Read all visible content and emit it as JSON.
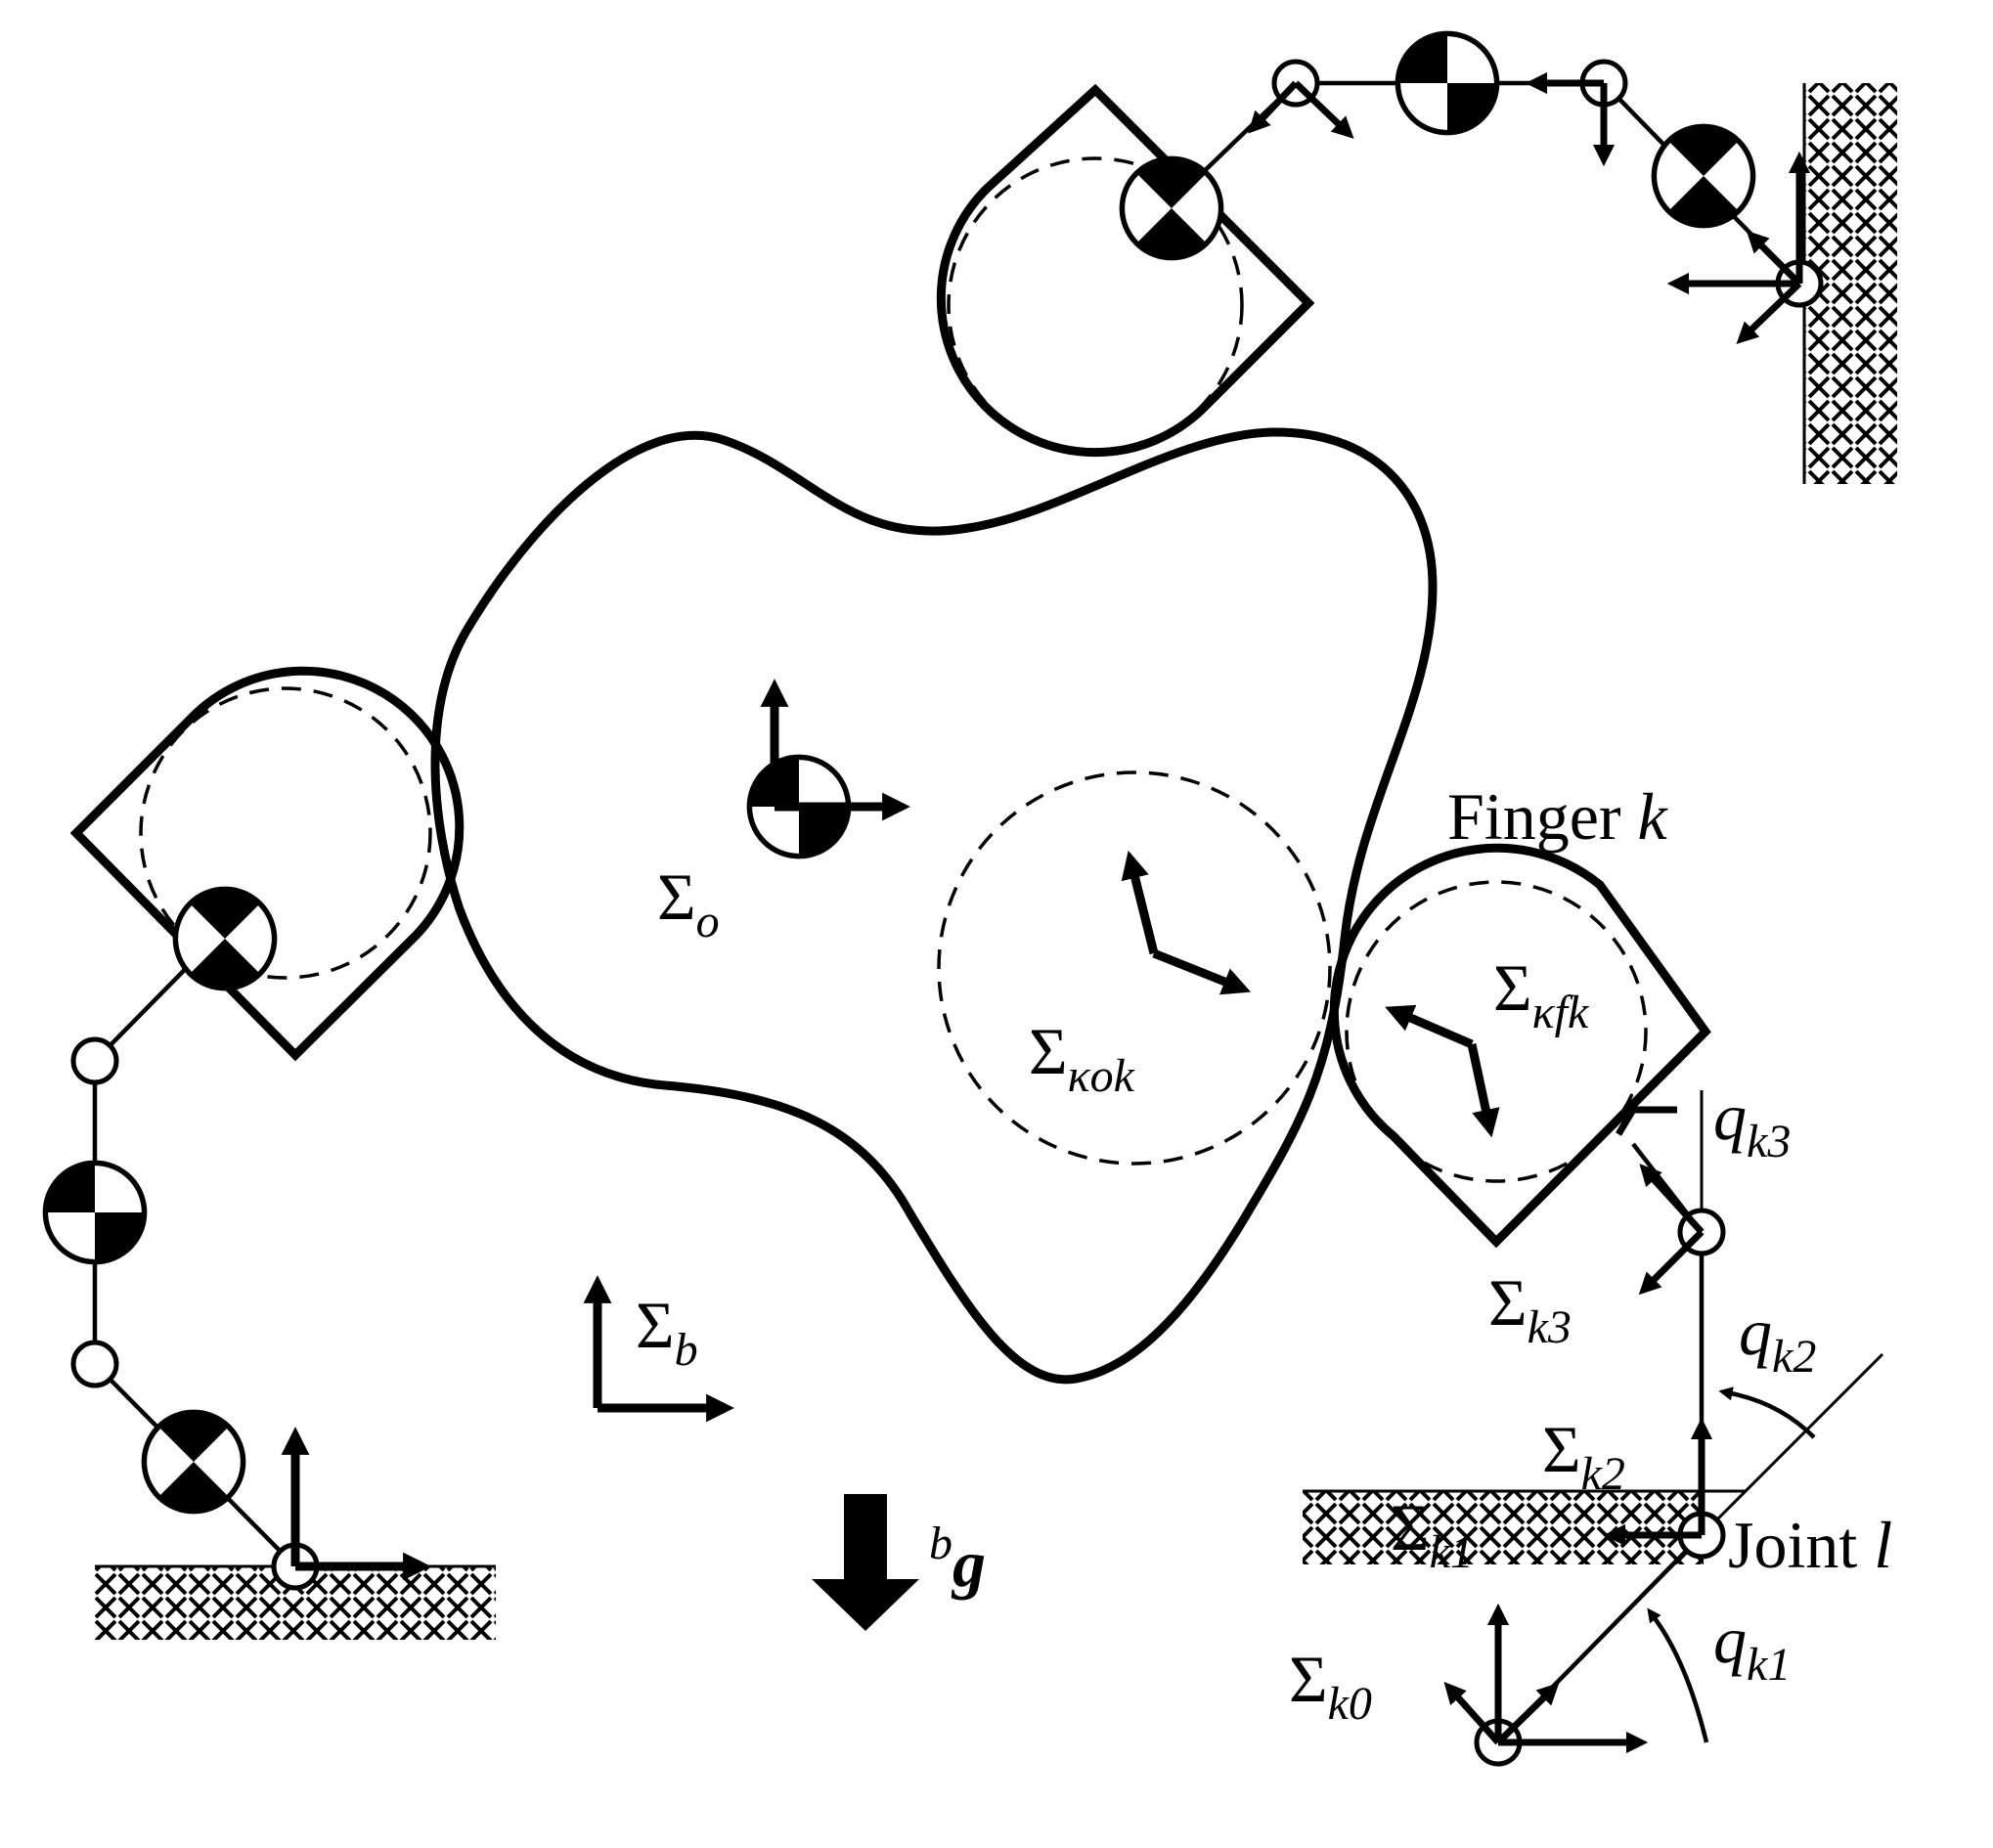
{
  "labels": {
    "sigma": "Σ",
    "sigma_o_sub": "o",
    "sigma_b_sub": "b",
    "sigma_kok_sub": "κok",
    "sigma_kfk_sub": "κfk",
    "finger_word": "Finger ",
    "finger_k": "k",
    "joint_word": "Joint ",
    "joint_l": "l",
    "g_sup": "b",
    "g": "g",
    "q": "q",
    "k_sub": "k",
    "idx_0": "0",
    "idx_1": "1",
    "idx_2": "2",
    "idx_3": "3"
  },
  "colors": {
    "stroke": "#000000",
    "background": "#ffffff"
  }
}
